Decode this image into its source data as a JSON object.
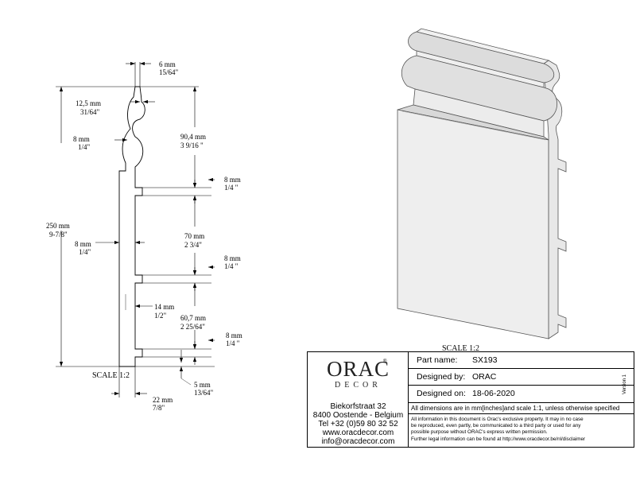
{
  "drawing": {
    "profile_scale": "SCALE 1:2",
    "view_scale": "SCALE 1:2",
    "dimensions": {
      "top_width": {
        "mm": "6 mm",
        "inch": "15/64\""
      },
      "radius_top": {
        "mm": "12,5 mm",
        "inch": "31/64\""
      },
      "radius_mid": {
        "mm": "8 mm",
        "inch": "1/4\""
      },
      "profile_height": {
        "mm": "90,4 mm",
        "inch": "3 9/16 \""
      },
      "groove_1": {
        "mm": "8 mm",
        "inch": "1/4 \""
      },
      "total_height": {
        "mm": "250 mm",
        "inch": "9-7/8\""
      },
      "thickness": {
        "mm": "8 mm",
        "inch": "1/4\""
      },
      "spacing_1": {
        "mm": "70 mm",
        "inch": "2 3/4\""
      },
      "groove_2": {
        "mm": "8 mm",
        "inch": "1/4 \""
      },
      "foot_width": {
        "mm": "14 mm",
        "inch": "1/2\""
      },
      "spacing_2": {
        "mm": "60,7 mm",
        "inch": "2 25/64\""
      },
      "groove_3": {
        "mm": "8 mm",
        "inch": "1/4 \""
      },
      "bottom_height": {
        "mm": "5 mm",
        "inch": "13/64\""
      },
      "base_width": {
        "mm": "22 mm",
        "inch": "7/8\""
      }
    }
  },
  "title_block": {
    "logo_main": "ORAC",
    "logo_sub": "DECOR",
    "logo_reg": "®",
    "address": [
      "Biekorfstraat 32",
      "8400 Oostende - Belgium",
      "Tel +32 (0)59 80 32 52",
      "www.oracdecor.com",
      "info@oracdecor.com"
    ],
    "part_name_label": "Part name:",
    "part_name": "SX193",
    "designed_by_label": "Designed by:",
    "designed_by": "ORAC",
    "designed_on_label": "Designed on:",
    "designed_on": "18-06-2020",
    "dims_note": "All dimensions are in mm[inches]and scale 1:1, unless otherwise specified",
    "legal": [
      "All information in this document is Orac's exclusive property.  It may in no case",
      "be reproduced, even partly, be communicated to a third party or used for any",
      "possible purpose without ORAC's express written permission.",
      "Further legal information can be found at http://www.oracdecor.be/nl/disclaimer"
    ],
    "version": "Version 1"
  }
}
